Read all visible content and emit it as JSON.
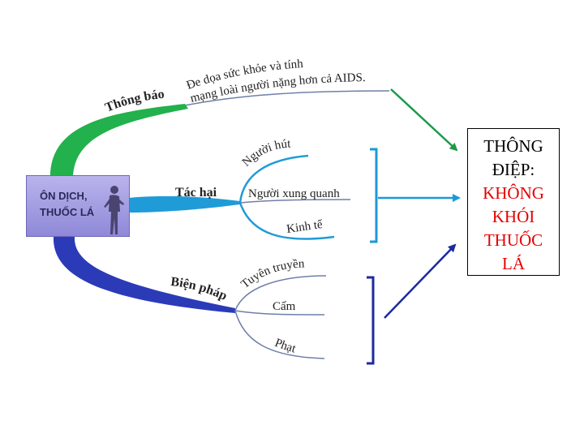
{
  "central_node": {
    "line1": "ÔN DỊCH,",
    "line2": "THUỐC LÁ"
  },
  "branches": {
    "thong_bao": {
      "label": "Thông báo",
      "text_line1": "Đe dọa sức khỏe và tính",
      "text_line2": "mạng loài người nặng hơn cả AIDS."
    },
    "tac_hai": {
      "label": "Tác hại",
      "sub1": "Người hút",
      "sub2": "Người xung quanh",
      "sub3": "Kinh tế"
    },
    "bien_phap": {
      "label": "Biện pháp",
      "sub1": "Tuyên truyền",
      "sub2": "Cấm",
      "sub3": "Phạt"
    }
  },
  "message_box": {
    "line1": "THÔNG",
    "line2": "ĐIỆP:",
    "line3": "KHÔNG",
    "line4": "KHÓI",
    "line5": "THUỐC",
    "line6": "LÁ"
  },
  "colors": {
    "thong_bao_branch": "#22b14c",
    "tac_hai_branch": "#1f9bd7",
    "bien_phap_branch": "#2b3bb8",
    "central_box": "#9f99e0",
    "message_highlight": "#e60000",
    "arrow_green": "#1a9a4a",
    "arrow_blue": "#1a9ad6",
    "arrow_navy": "#1c2a9e"
  }
}
